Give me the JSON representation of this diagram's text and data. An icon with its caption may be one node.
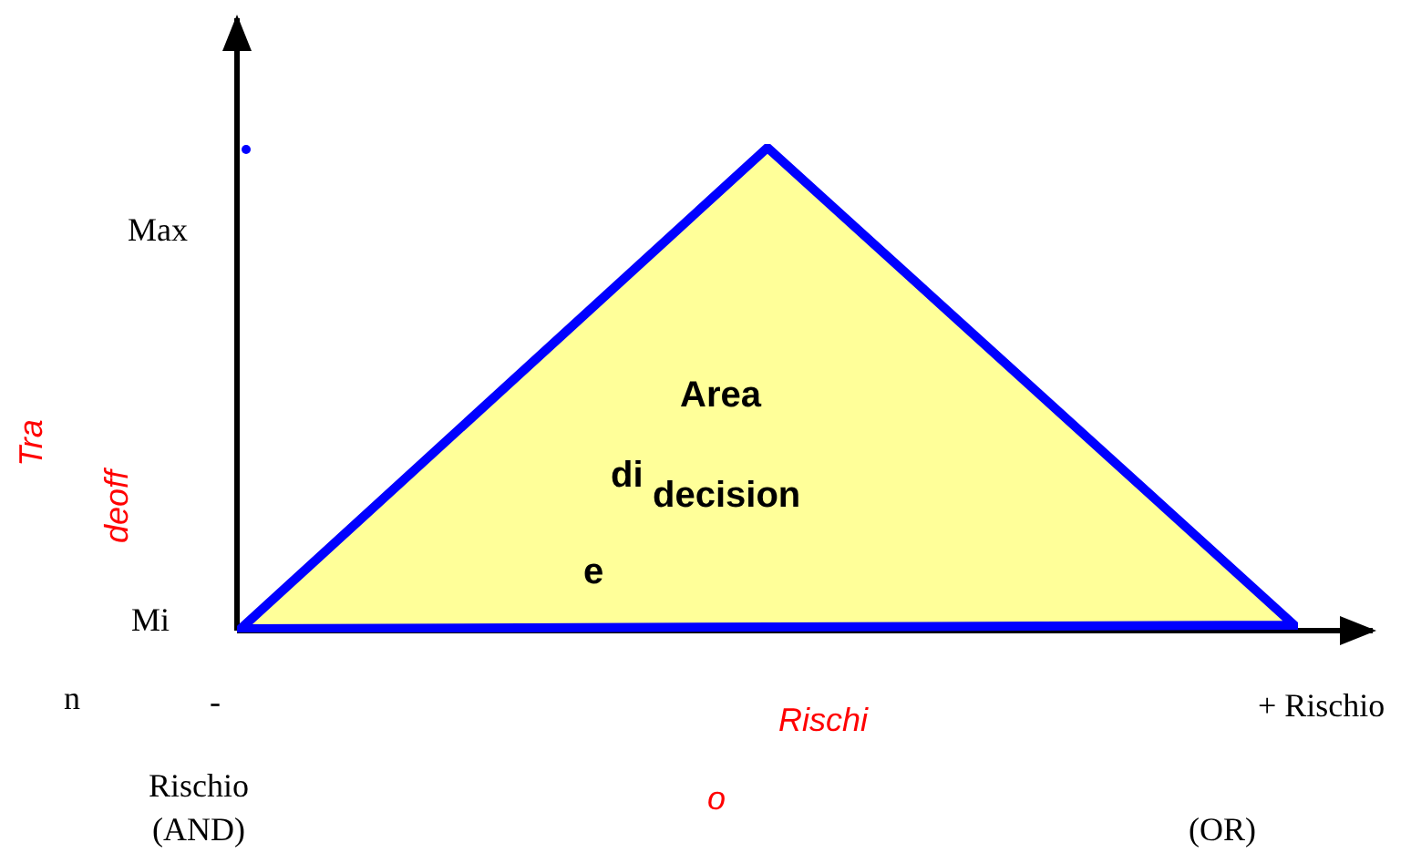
{
  "diagram": {
    "nodes": [
      {
        "text": [
          "Area",
          "di",
          "decision",
          "e"
        ]
      }
    ],
    "labels": [
      "Max",
      "Tra",
      "deoff",
      "Mi",
      "n",
      "-",
      "+ Rischio",
      "Rischi",
      "Rischio (AND)",
      "o",
      "(OR)"
    ]
  }
}
